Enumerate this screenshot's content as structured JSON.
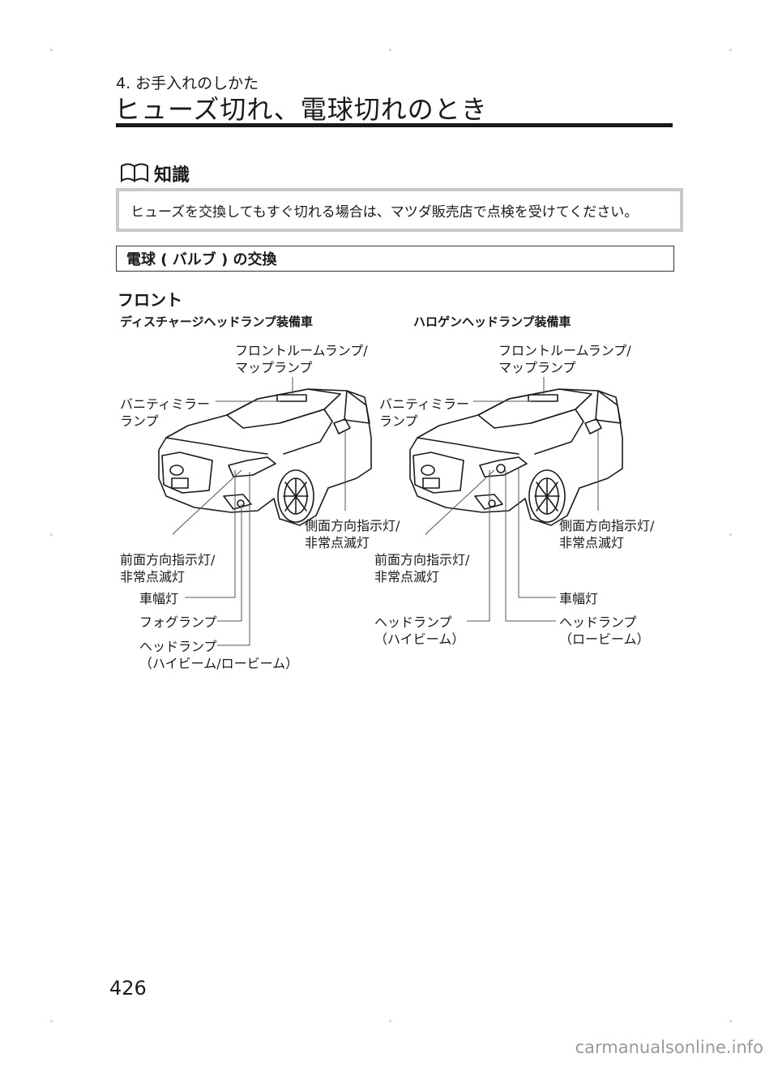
{
  "header": {
    "chapter": "4. お手入れのしかた",
    "title": "ヒューズ切れ、電球切れのとき"
  },
  "knowledge": {
    "label": "知識",
    "text": "ヒューズを交換してもすぐ切れる場合は、マツダ販売店で点検を受けてください。"
  },
  "section": {
    "title": "電球 ( バルブ ) の交換"
  },
  "subsection": "フロント",
  "figures": {
    "left": {
      "caption": "ディスチャージヘッドランプ装備車",
      "labels": {
        "room_lamp": [
          "フロントルームランプ/",
          "マップランプ"
        ],
        "vanity": [
          "バニティミラー",
          "ランプ"
        ],
        "side_turn": [
          "側面方向指示灯/",
          "非常点滅灯"
        ],
        "front_turn": [
          "前面方向指示灯/",
          "非常点滅灯"
        ],
        "position": "車幅灯",
        "fog": "フォグランプ",
        "headlamp": [
          "ヘッドランプ",
          "（ハイビーム/ロービーム）"
        ]
      }
    },
    "right": {
      "caption": "ハロゲンヘッドランプ装備車",
      "labels": {
        "room_lamp": [
          "フロントルームランプ/",
          "マップランプ"
        ],
        "vanity": [
          "バニティミラー",
          "ランプ"
        ],
        "side_turn": [
          "側面方向指示灯/",
          "非常点滅灯"
        ],
        "front_turn": [
          "前面方向指示灯/",
          "非常点滅灯"
        ],
        "position": "車幅灯",
        "head_high": [
          "ヘッドランプ",
          "（ハイビーム）"
        ],
        "head_low": [
          "ヘッドランプ",
          "（ロービーム）"
        ]
      }
    }
  },
  "footer": {
    "page_number": "426",
    "watermark": "carmanualsonline.info"
  }
}
